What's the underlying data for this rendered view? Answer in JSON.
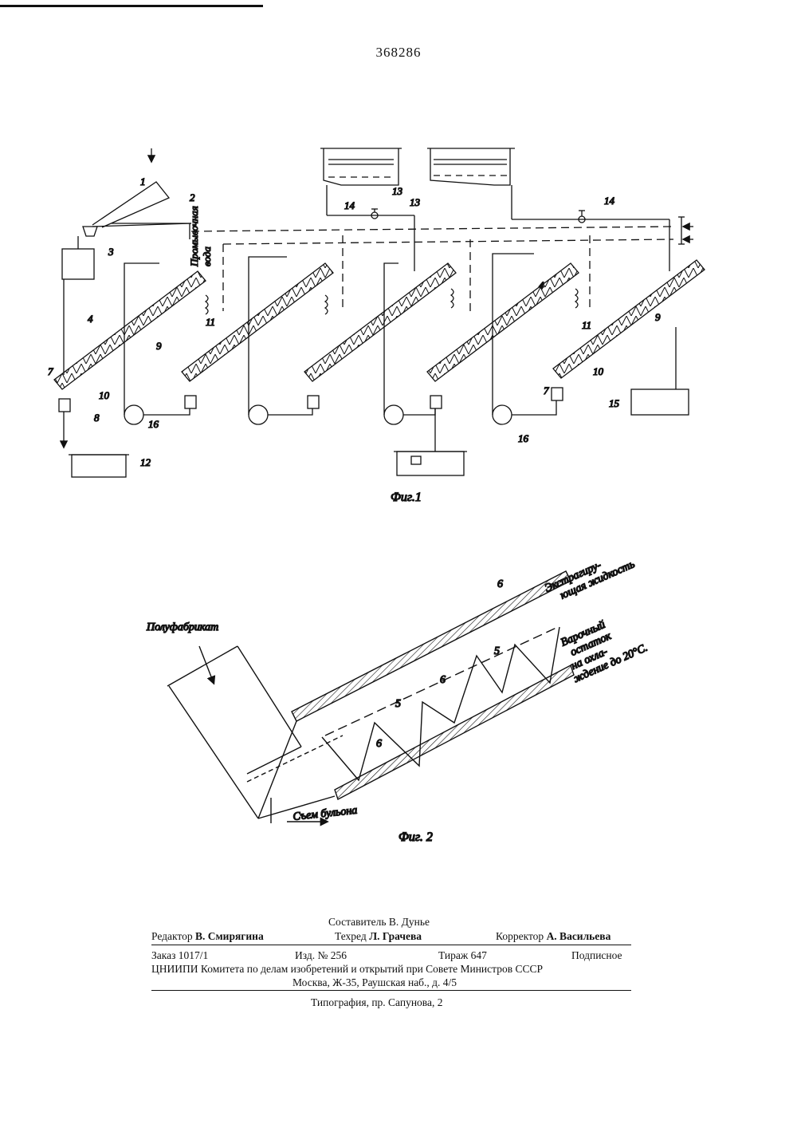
{
  "document": {
    "patent_number": "368286"
  },
  "figure1": {
    "caption": "Фиг.1",
    "side_label": [
      "Промывочная",
      "вода"
    ],
    "labels": {
      "n1": "1",
      "n2": "2",
      "n3": "3",
      "n4a": "4",
      "n4b": "4",
      "n7a": "7",
      "n7b": "7",
      "n8": "8",
      "n9a": "9",
      "n9b": "9",
      "n10a": "10",
      "n10b": "10",
      "n11a": "11",
      "n11b": "11",
      "n12": "12",
      "n13a": "13",
      "n13b": "13",
      "n14a": "14",
      "n14b": "14",
      "n15": "15",
      "n16a": "16",
      "n16b": "16"
    }
  },
  "figure2": {
    "caption": "Фиг. 2",
    "input_label": "Полуфабрикат",
    "extract_label": [
      "Экстрагиру-",
      "ющая жидкость"
    ],
    "residue_label": [
      "Варочный",
      "остаток",
      "на охла-",
      "ждение до 20°С."
    ],
    "broth_label": "Съем бульона",
    "labels": {
      "n5a": "5",
      "n5b": "5",
      "n6a": "6",
      "n6b": "6",
      "n6c": "6"
    }
  },
  "imprint": {
    "compiler": "Составитель В. Дунье",
    "editor_role": "Редактор",
    "editor_name": "В. Смирягина",
    "techred_role": "Техред",
    "techred_name": "Л. Грачева",
    "corrector_role": "Корректор",
    "corrector_name": "А. Васильева",
    "order": "Заказ 1017/1",
    "edition": "Изд. № 256",
    "print_run": "Тираж 647",
    "subscription": "Подписное",
    "org_line": "ЦНИИПИ Комитета по делам изобретений и открытий при Совете Министров СССР",
    "address": "Москва, Ж-35, Раушская наб., д. 4/5",
    "printer": "Типография, пр. Сапунова, 2"
  }
}
